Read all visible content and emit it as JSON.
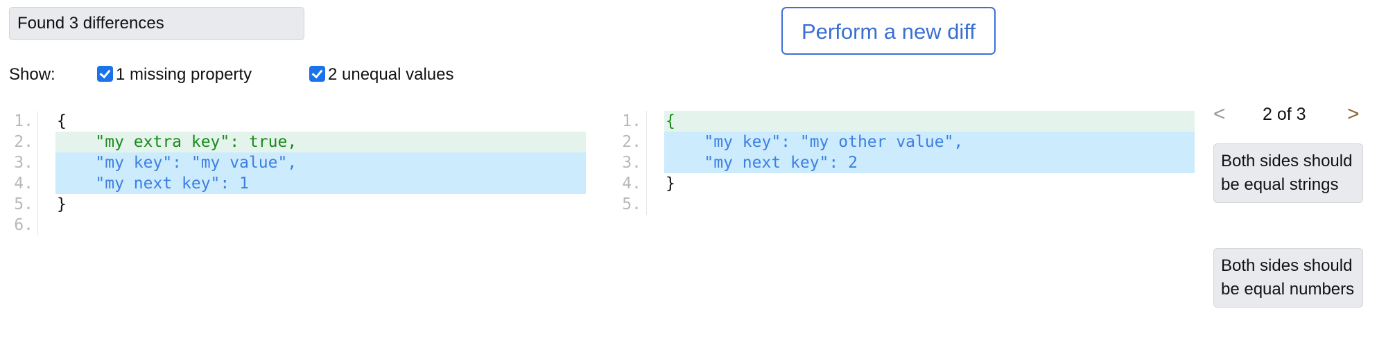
{
  "status": {
    "text": "Found 3 differences"
  },
  "toolbar": {
    "new_diff_label": "Perform a new diff"
  },
  "filters": {
    "show_label": "Show:",
    "items": [
      {
        "label": "1 missing property",
        "checked": true
      },
      {
        "label": "2 unequal values",
        "checked": true
      }
    ]
  },
  "left_pane": {
    "line_numbers": [
      "1.",
      "2.",
      "3.",
      "4.",
      "5.",
      "6."
    ],
    "lines": [
      {
        "text": "{",
        "kind": "normal"
      },
      {
        "text": "    \"my extra key\": true,",
        "kind": "added"
      },
      {
        "text": "    \"my key\": \"my value\",",
        "kind": "changed"
      },
      {
        "text": "    \"my next key\": 1",
        "kind": "changed"
      },
      {
        "text": "}",
        "kind": "normal"
      },
      {
        "text": "",
        "kind": "normal"
      }
    ]
  },
  "right_pane": {
    "line_numbers": [
      "1.",
      "2.",
      "3.",
      "4.",
      "5."
    ],
    "lines": [
      {
        "text": "{",
        "kind": "added"
      },
      {
        "text": "    \"my key\": \"my other value\",",
        "kind": "changed"
      },
      {
        "text": "    \"my next key\": 2",
        "kind": "changed"
      },
      {
        "text": "}",
        "kind": "normal"
      },
      {
        "text": "",
        "kind": "normal"
      }
    ]
  },
  "navigator": {
    "prev_icon": "<",
    "next_icon": ">",
    "position": "2 of 3"
  },
  "messages": [
    "Both sides should be equal strings",
    "Both sides should be equal numbers"
  ],
  "colors": {
    "added_bg": "#e4f4ec",
    "added_text": "#1a8a1a",
    "changed_bg": "#ccebfd",
    "changed_text": "#3d7fe0",
    "accent": "#3d6fd6",
    "next_arrow": "#8b6a35"
  }
}
